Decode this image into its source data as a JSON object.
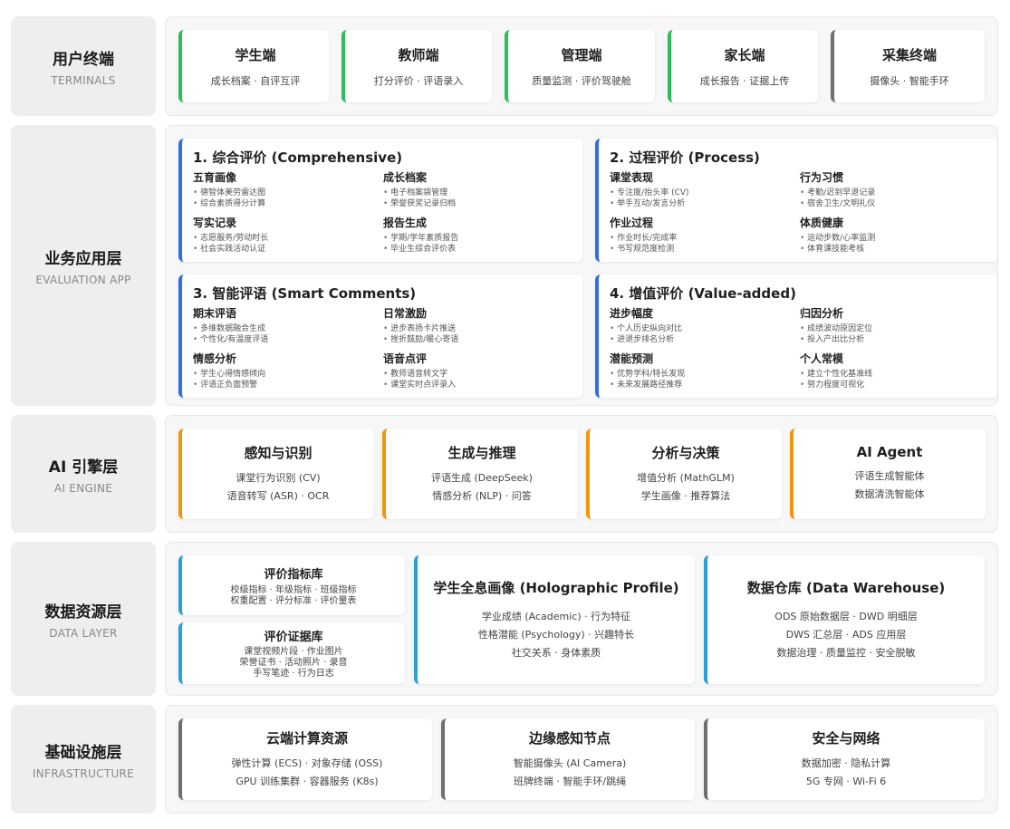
{
  "terminals": {
    "label_cn": "用户终端",
    "label_en": "TERMINALS",
    "cards": [
      {
        "title": "学生端",
        "sub": "成长档案 · 自评互评"
      },
      {
        "title": "教师端",
        "sub": "打分评价 · 评语录入"
      },
      {
        "title": "管理端",
        "sub": "质量监测 · 评价驾驶舱"
      },
      {
        "title": "家长端",
        "sub": "成长报告 · 证据上传"
      },
      {
        "title": "采集终端",
        "sub": "摄像头 · 智能手环"
      }
    ]
  },
  "evaluation": {
    "label_cn": "业务应用层",
    "label_en": "EVALUATION APP",
    "modules": [
      {
        "title": "1. 综合评价 (Comprehensive)",
        "subs": [
          {
            "title": "五育画像",
            "items": [
              "德智体美劳雷达图",
              "综合素质得分计算"
            ]
          },
          {
            "title": "成长档案",
            "items": [
              "电子档案袋管理",
              "荣誉获奖记录归档"
            ]
          },
          {
            "title": "写实记录",
            "items": [
              "志愿服务/劳动时长",
              "社会实践活动认证"
            ]
          },
          {
            "title": "报告生成",
            "items": [
              "学期/学年素质报告",
              "毕业生综合评价表"
            ]
          }
        ]
      },
      {
        "title": "2. 过程评价 (Process)",
        "subs": [
          {
            "title": "课堂表现",
            "items": [
              "专注度/抬头率 (CV)",
              "举手互动/发言分析"
            ]
          },
          {
            "title": "行为习惯",
            "items": [
              "考勤/迟到早退记录",
              "宿舍卫生/文明礼仪"
            ]
          },
          {
            "title": "作业过程",
            "items": [
              "作业时长/完成率",
              "书写规范度检测"
            ]
          },
          {
            "title": "体质健康",
            "items": [
              "运动步数/心率监测",
              "体育课技能考核"
            ]
          }
        ]
      },
      {
        "title": "3. 智能评语 (Smart Comments)",
        "subs": [
          {
            "title": "期末评语",
            "items": [
              "多维数据融合生成",
              "个性化/有温度评语"
            ]
          },
          {
            "title": "日常激励",
            "items": [
              "进步表扬卡片推送",
              "挫折鼓励/暖心寄语"
            ]
          },
          {
            "title": "情感分析",
            "items": [
              "学生心得情感倾向",
              "评语正负面预警"
            ]
          },
          {
            "title": "语音点评",
            "items": [
              "教师语音转文字",
              "课堂实时点评录入"
            ]
          }
        ]
      },
      {
        "title": "4. 增值评价 (Value-added)",
        "subs": [
          {
            "title": "进步幅度",
            "items": [
              "个人历史纵向对比",
              "进退步排名分析"
            ]
          },
          {
            "title": "归因分析",
            "items": [
              "成绩波动原因定位",
              "投入产出比分析"
            ]
          },
          {
            "title": "潜能预测",
            "items": [
              "优势学科/特长发现",
              "未来发展路径推荐"
            ]
          },
          {
            "title": "个人常模",
            "items": [
              "建立个性化基准线",
              "努力程度可视化"
            ]
          }
        ]
      }
    ]
  },
  "engine": {
    "label_cn": "AI 引擎层",
    "label_en": "AI ENGINE",
    "cards": [
      {
        "title": "感知与识别",
        "lines": [
          "课堂行为识别 (CV)",
          "语音转写 (ASR) · OCR"
        ]
      },
      {
        "title": "生成与推理",
        "lines": [
          "评语生成 (DeepSeek)",
          "情感分析 (NLP) · 问答"
        ]
      },
      {
        "title": "分析与决策",
        "lines": [
          "增值分析 (MathGLM)",
          "学生画像 · 推荐算法"
        ]
      },
      {
        "title": "AI Agent",
        "lines": [
          "评语生成智能体",
          "数据清洗智能体"
        ]
      }
    ]
  },
  "data_layer": {
    "label_cn": "数据资源层",
    "label_en": "DATA LAYER",
    "indicator": {
      "title": "评价指标库",
      "lines": [
        "校级指标 · 年级指标 · 班级指标",
        "权重配置 · 评分标准 · 评价量表"
      ]
    },
    "evidence": {
      "title": "评价证据库",
      "lines": [
        "课堂视频片段 · 作业图片",
        "荣誉证书 · 活动照片 · 录音",
        "手写笔迹 · 行为日志"
      ]
    },
    "profile": {
      "title": "学生全息画像 (Holographic Profile)",
      "lines": [
        "学业成绩 (Academic) · 行为特征",
        "性格潜能 (Psychology) · 兴趣特长",
        "社交关系 · 身体素质"
      ]
    },
    "warehouse": {
      "title": "数据仓库 (Data Warehouse)",
      "lines": [
        "ODS 原始数据层 · DWD 明细层",
        "DWS 汇总层 · ADS 应用层",
        "数据治理 · 质量监控 · 安全脱敏"
      ]
    }
  },
  "infra": {
    "label_cn": "基础设施层",
    "label_en": "INFRASTRUCTURE",
    "cards": [
      {
        "title": "云端计算资源",
        "lines": [
          "弹性计算 (ECS) · 对象存储 (OSS)",
          "GPU 训练集群 · 容器服务 (K8s)"
        ]
      },
      {
        "title": "边缘感知节点",
        "lines": [
          "智能摄像头 (AI Camera)",
          "班牌终端 · 智能手环/跳绳"
        ]
      },
      {
        "title": "安全与网络",
        "lines": [
          "数据加密 · 隐私计算",
          "5G 专网 · Wi-Fi 6"
        ]
      }
    ]
  }
}
